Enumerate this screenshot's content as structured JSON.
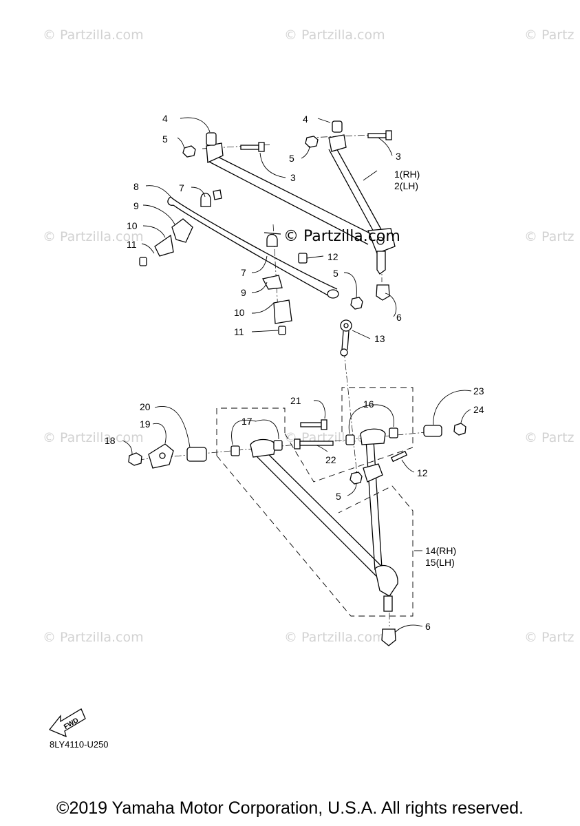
{
  "watermarks": {
    "text": "© Partzilla.com",
    "clipped_text": "© Partz"
  },
  "callouts": {
    "c1": "1(RH)",
    "c2": "2(LH)",
    "c3": "3",
    "c4": "4",
    "c5": "5",
    "c6": "6",
    "c7": "7",
    "c8": "8",
    "c9": "9",
    "c10": "10",
    "c11": "11",
    "c12": "12",
    "c13": "13",
    "c14": "14(RH)",
    "c15": "15(LH)",
    "c16": "16",
    "c17": "17",
    "c18": "18",
    "c19": "19",
    "c20": "20",
    "c21": "21",
    "c22": "22",
    "c23": "23",
    "c24": "24"
  },
  "fwd_label": "FWD",
  "diagram_code": "8LY4110-U250",
  "copyright": "©2019 Yamaha Motor Corporation, U.S.A. All rights reserved."
}
